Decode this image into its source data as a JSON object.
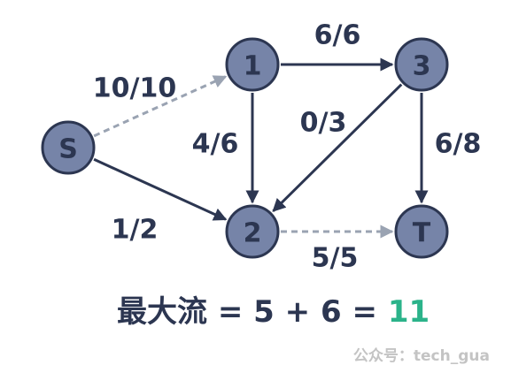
{
  "colors": {
    "node_fill": "#7684a8",
    "node_stroke": "#2c3651",
    "text": "#2c3651",
    "dashed_edge": "#9aa3b2",
    "result": "#2bb38a",
    "watermark": "#c4c4c4"
  },
  "nodes": [
    {
      "id": "S",
      "label": "S"
    },
    {
      "id": "1",
      "label": "1"
    },
    {
      "id": "2",
      "label": "2"
    },
    {
      "id": "3",
      "label": "3"
    },
    {
      "id": "T",
      "label": "T"
    }
  ],
  "edges": [
    {
      "from": "S",
      "to": "1",
      "label": "10/10",
      "style": "dashed"
    },
    {
      "from": "S",
      "to": "2",
      "label": "1/2",
      "style": "solid"
    },
    {
      "from": "1",
      "to": "3",
      "label": "6/6",
      "style": "solid"
    },
    {
      "from": "1",
      "to": "2",
      "label": "4/6",
      "style": "solid"
    },
    {
      "from": "3",
      "to": "2",
      "label": "0/3",
      "style": "solid"
    },
    {
      "from": "3",
      "to": "T",
      "label": "6/8",
      "style": "solid"
    },
    {
      "from": "2",
      "to": "T",
      "label": "5/5",
      "style": "dashed"
    }
  ],
  "formula": {
    "prefix": "最大流 = 5 + 6 = ",
    "result": "11"
  },
  "watermark": "公众号：tech_gua"
}
